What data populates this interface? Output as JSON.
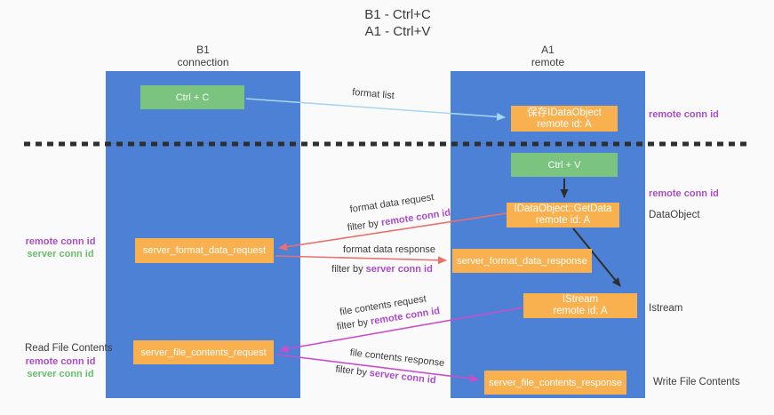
{
  "title": {
    "line1": "B1 - Ctrl+C",
    "line2": "A1 - Ctrl+V"
  },
  "lanes": {
    "left": {
      "name": "B1",
      "type": "connection"
    },
    "right": {
      "name": "A1",
      "type": "remote"
    }
  },
  "boxes": {
    "ctrl_c": {
      "label": "Ctrl + C"
    },
    "save_dataobject": {
      "line1": "保存IDataObject",
      "line2": "remote id: A"
    },
    "ctrl_v": {
      "label": "Ctrl + V"
    },
    "getdata": {
      "line1": "IDataObject::GetData",
      "line2": "remote id: A"
    },
    "format_request": {
      "label": "server_format_data_request"
    },
    "format_response": {
      "label": "server_format_data_response"
    },
    "istream": {
      "line1": "IStream",
      "line2": "remote id: A"
    },
    "file_request": {
      "label": "server_file_contents_request"
    },
    "file_response": {
      "label": "server_file_contents_response"
    }
  },
  "arrow_labels": {
    "format_list": "format list",
    "format_data_request": "format data request",
    "format_data_request_filter_prefix": "filter by",
    "format_data_request_filter_id": "remote conn id",
    "format_data_response": "format data response",
    "format_data_response_filter_prefix": "filter by",
    "format_data_response_filter_id": "server conn id",
    "file_contents_request": "file contents request",
    "file_contents_request_filter_prefix": "filter by",
    "file_contents_request_filter_id": "remote conn id",
    "file_contents_response": "file contents response",
    "file_contents_response_filter_prefix": "filter by",
    "file_contents_response_filter_id": "server conn id"
  },
  "annotations": {
    "top_remote_conn_id": "remote conn id",
    "mid_remote_conn_id": "remote conn id",
    "dataobject": "DataObject",
    "istream": "Istream",
    "write_file_contents": "Write File Contents",
    "left_mid_remote": "remote conn id",
    "left_mid_server": "server conn id",
    "read_file_contents": "Read File Contents",
    "left_bottom_remote": "remote conn id",
    "left_bottom_server": "server conn id"
  },
  "colors": {
    "lane_blue": "#4c81d5",
    "box_green": "#7ac47f",
    "box_orange": "#f9b04e",
    "arrow_light_blue": "#a8d5f2",
    "arrow_red": "#e8706d",
    "arrow_magenta": "#ca4ec9",
    "arrow_black": "#2e2e2e",
    "text_purple": "#aa4dc9",
    "text_green": "#69bd6d"
  }
}
